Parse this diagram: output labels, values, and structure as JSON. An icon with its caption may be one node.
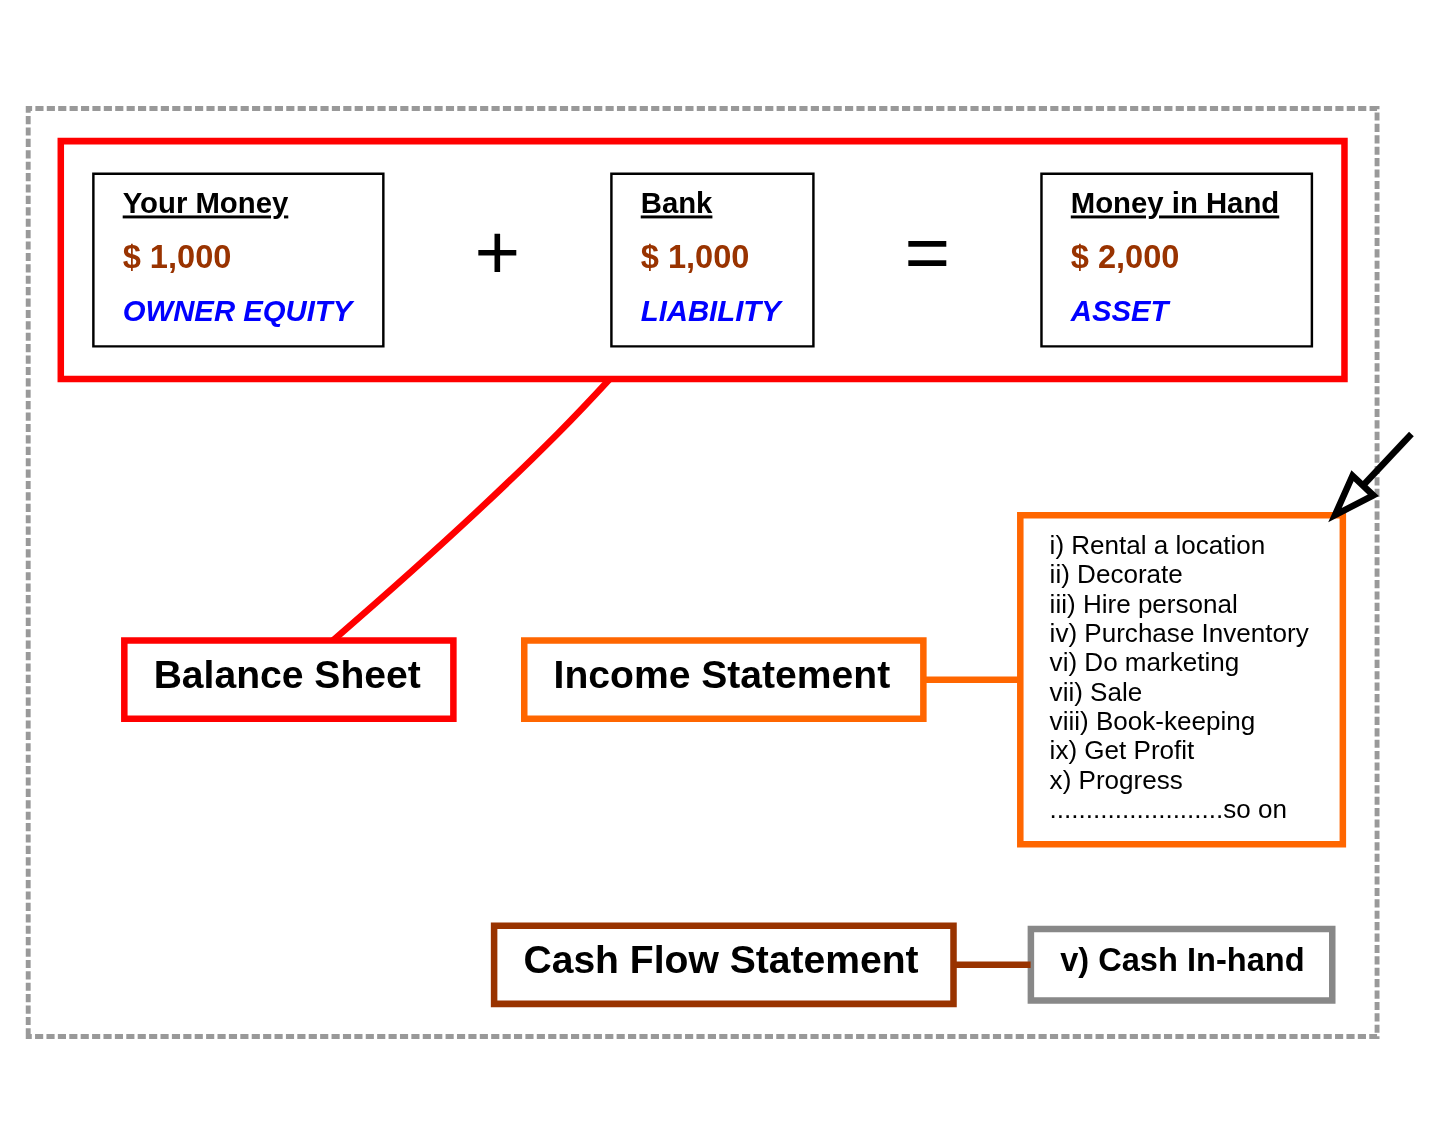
{
  "diagram": {
    "nodes": [
      {
        "text": [],
        "shape": "box"
      },
      {
        "text": [],
        "shape": "box",
        "in": 0
      },
      {
        "text": [
          "Your Money",
          "$ 1,000",
          "OWNER EQUITY"
        ],
        "in": 1
      },
      {
        "text": [
          "Bank",
          "$ 1,000",
          "LIABILITY"
        ],
        "in": 1
      },
      {
        "text": [
          "Money in Hand",
          "$ 2,000",
          "ASSET"
        ],
        "in": 1
      },
      {
        "text": [
          "Balance Sheet"
        ],
        "in": 0
      },
      {
        "text": [
          "Income Statement"
        ],
        "in": 0
      },
      {
        "text": [
          "i) Rental a location",
          "ii) Decorate",
          "iii) Hire personal",
          "iv) Purchase Inventory",
          "vi) Do marketing",
          "vii) Sale",
          "viii) Book-keeping",
          "ix) Get Profit",
          "x) Progress",
          "........................so on"
        ],
        "in": 0
      },
      {
        "text": [
          "Cash Flow Statement"
        ],
        "in": 0
      },
      {
        "text": [
          "v) Cash In-hand"
        ],
        "in": 0
      }
    ],
    "edges": [
      {
        "from": 5,
        "to": 1,
        "arrow": "none",
        "color": "#ff0000"
      },
      {
        "from": 6,
        "to": 7,
        "arrow": "none",
        "color": "#ff6600"
      },
      {
        "from": 8,
        "to": 9,
        "arrow": "none",
        "color": "#993300"
      },
      {
        "from": null,
        "to": 7,
        "arrow": "to",
        "color": "#000000"
      }
    ],
    "labels": [
      "+",
      "="
    ]
  }
}
